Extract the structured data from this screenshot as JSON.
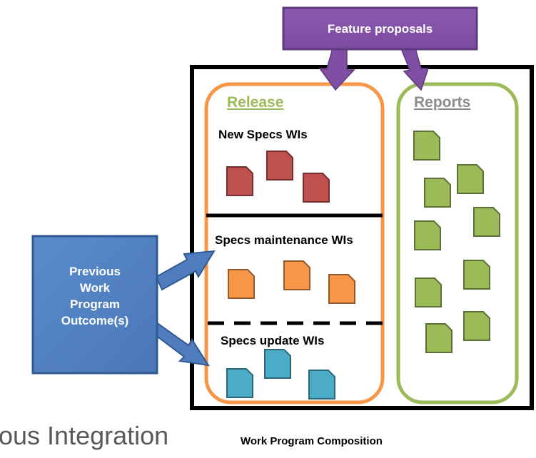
{
  "feature_box": {
    "label": "Feature proposals",
    "color": "#7f4fa3"
  },
  "previous_box": {
    "lines": [
      "Previous",
      "Work",
      "Program",
      "Outcome(s)"
    ],
    "color": "#4f7cbd"
  },
  "work_program": {
    "caption": "Work Program Composition",
    "release": {
      "title": "Release",
      "color": "#f79646",
      "sections": {
        "new_specs": {
          "label": "New Specs WIs",
          "doc_color": "#c0504d",
          "doc_count": 3
        },
        "maintenance": {
          "label": "Specs maintenance WIs",
          "doc_color": "#f79646",
          "doc_count": 3
        },
        "update": {
          "label": "Specs update WIs",
          "doc_color": "#4bacc6",
          "doc_count": 3
        }
      }
    },
    "reports": {
      "title": "Reports",
      "color": "#9bbb59",
      "doc_color": "#9bbb59",
      "doc_count": 9
    }
  },
  "background_text": "ous Integration"
}
